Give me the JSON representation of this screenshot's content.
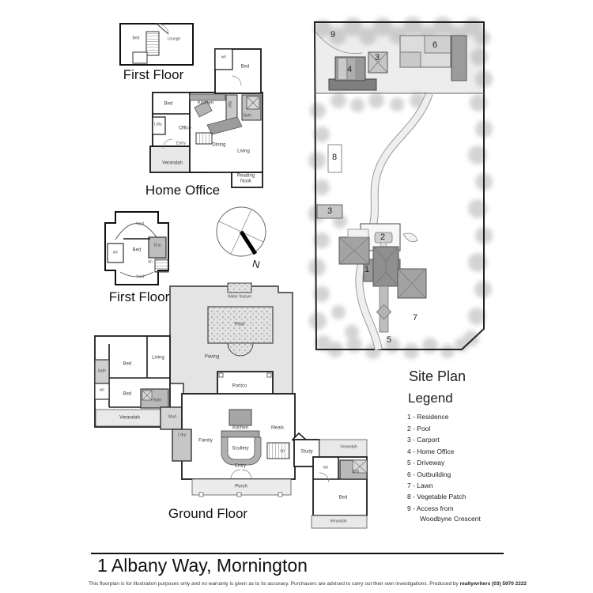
{
  "palette": {
    "wall": "#1a1a1a",
    "paving": "#e6e6e6",
    "room_gray": "#b9b9b9",
    "roof_dark": "#8f8f8f",
    "roof_mid": "#a3a3a3",
    "tree": "#b0b0b0"
  },
  "compass": {
    "north": "N"
  },
  "plans": {
    "first_floor_a": {
      "title": "First Floor",
      "rooms": {
        "bed": "Bed",
        "lounge": "Lounge"
      }
    },
    "home_office": {
      "title": "Home Office",
      "rooms": {
        "wir": "wir",
        "bed_upper": "Bed",
        "kitchen": "Kitchen",
        "utility": "Utly",
        "bath": "Bath",
        "bed_left": "Bed",
        "laundry": "Ldry",
        "office": "Office",
        "entry": "Entry",
        "dining": "Dining",
        "living": "Living",
        "verandah": "Verandah",
        "reading_nook": "Reading Nook"
      }
    },
    "first_floor_b": {
      "title": "First Floor",
      "rooms": {
        "void_top": "Void",
        "wir": "wir",
        "bed": "Bed",
        "ens": "Ens",
        "dn": "dn",
        "void_bottom": "Void"
      }
    },
    "ground_floor": {
      "title": "Ground Floor",
      "rooms": {
        "water_feature": "Water feature",
        "pool": "Pool",
        "paving": "Paving",
        "portico": "Portico",
        "living": "Living",
        "bed_1": "Bed",
        "bath_small": "bath",
        "wir_left": "wir",
        "bed_2": "Bed",
        "bath": "Bath",
        "verandah_left": "Verandah",
        "mud": "Mud",
        "laundry": "L'dry",
        "family": "Family",
        "kitchen": "Kitchen",
        "meals": "Meals",
        "scullery": "Scullery",
        "entry": "Entry",
        "up": "up",
        "porch": "Porch",
        "study": "Study",
        "verandah_right": "Verandah",
        "wir_right": "wir",
        "ens": "Ens",
        "bed_3": "Bed",
        "verandah_bottom": "Verandah"
      }
    }
  },
  "site_plan": {
    "heading": "Site Plan",
    "markers": {
      "access": "9",
      "outbuilding": "6",
      "carport_upper": "3",
      "home_office": "4",
      "vegetable_patch": "8",
      "carport_lower": "3",
      "pool": "2",
      "residence": "1",
      "lawn": "7",
      "driveway": "5"
    }
  },
  "legend": {
    "heading": "Legend",
    "items": [
      "1 - Residence",
      "2 - Pool",
      "3 - Carport",
      "4 - Home Office",
      "5 - Driveway",
      "6 - Outbuilding",
      "7 - Lawn",
      "8 - Vegetable Patch",
      "9 - Access from"
    ],
    "item9_continuation": "Woodbyne Crescent"
  },
  "footer": {
    "title": "1 Albany Way, Mornington",
    "disclaimer": "This floorplan is for illustration purposes only and no warranty is given as to its accuracy. Purchasers are advised to carry out their own investigations. Produced by ",
    "producer": "realtywriters (03) 5970 2222"
  }
}
